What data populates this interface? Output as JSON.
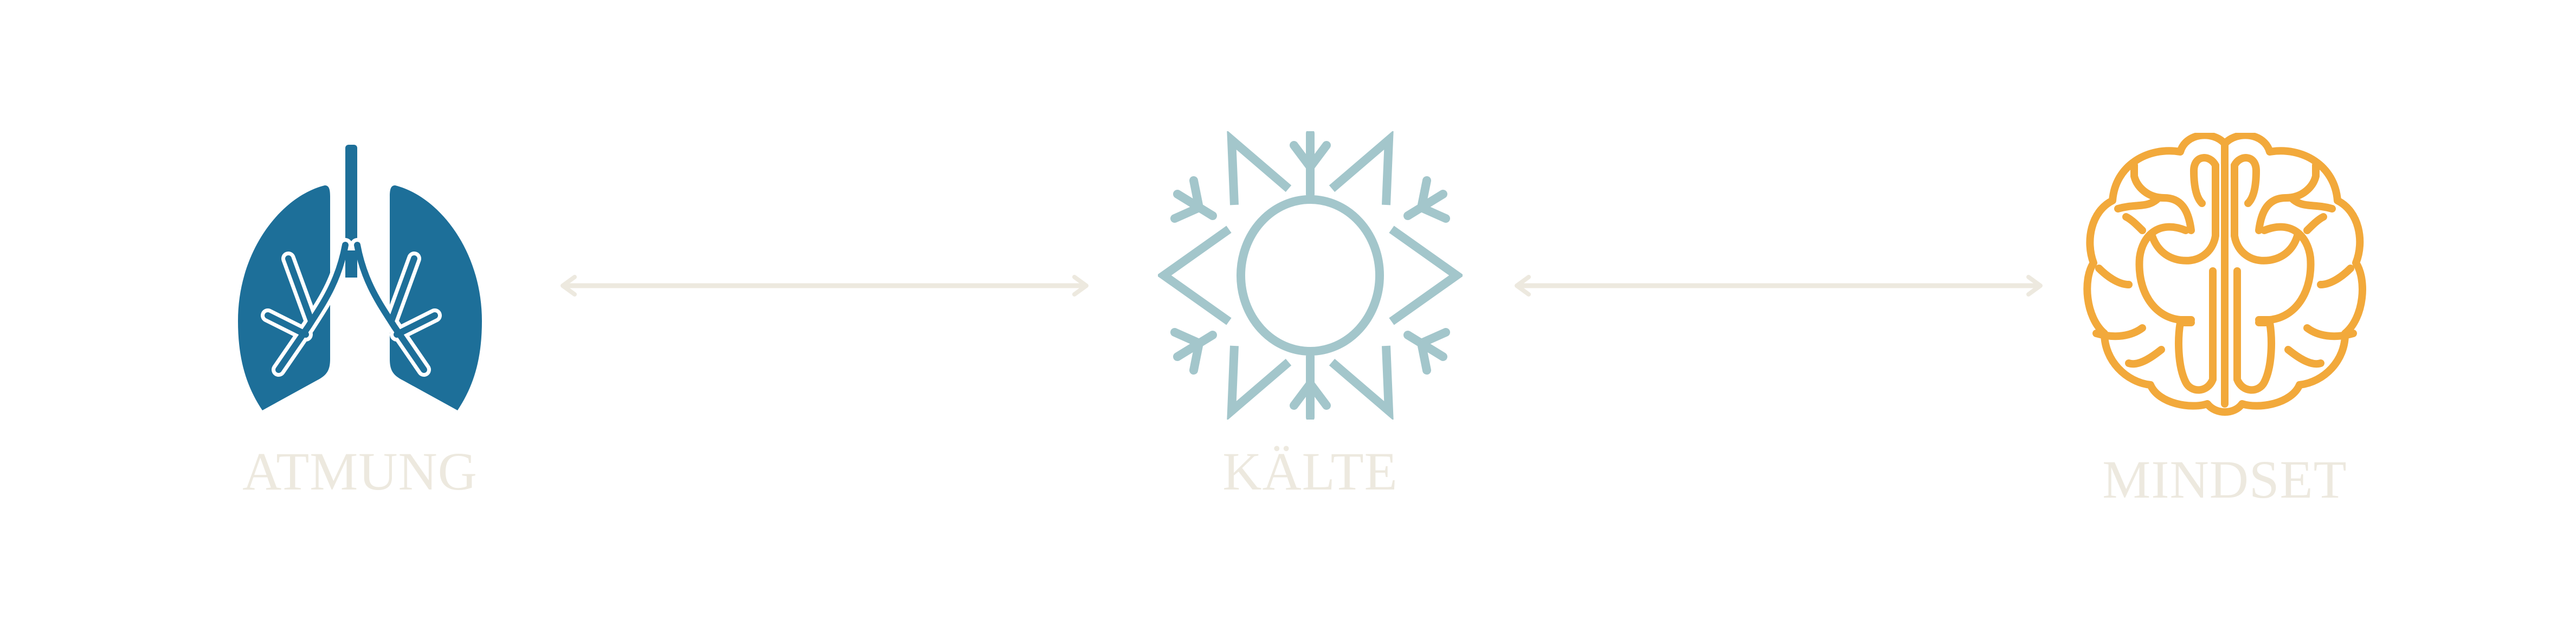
{
  "items": [
    {
      "label": "ATMUNG",
      "icon": "lungs-icon",
      "color": "#1d6f99"
    },
    {
      "label": "KÄLTE",
      "icon": "snowflake-icon",
      "color": "#a3c6cb"
    },
    {
      "label": "MINDSET",
      "icon": "brain-icon",
      "color": "#f2a93b"
    }
  ],
  "connector_color": "#ede9df",
  "text_color": "#ede9df"
}
